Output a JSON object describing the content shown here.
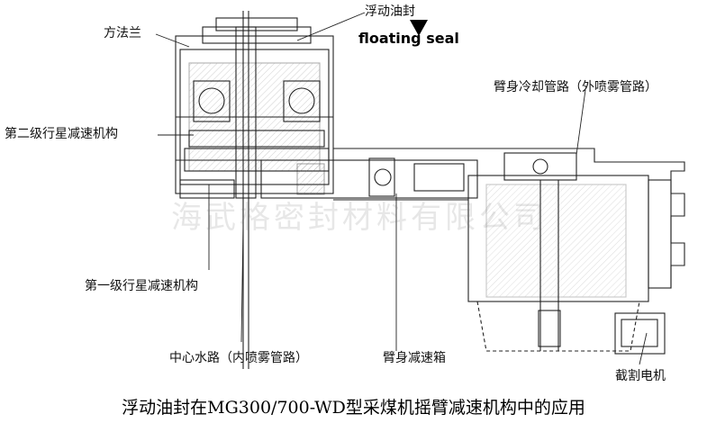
{
  "labels": {
    "fangfalan": "方法兰",
    "floating_seal_cn": "浮动油封",
    "floating_seal_en": "floating seal",
    "second_stage": "第二级行星减速机构",
    "arm_cooling": "臂身冷却管路（外喷雾管路）",
    "first_stage": "第一级行星减速机构",
    "center_water": "中心水路（内喷雾管路）",
    "arm_gearbox": "臂身减速箱",
    "cutting_motor": "截割电机"
  },
  "watermark": "海武格密封材料有限公司",
  "caption": "浮动油封在MG300/700-WD型采煤机摇臂减速机构中的应用",
  "colors": {
    "line": "#222222",
    "hatch": "#777777",
    "text": "#111111"
  }
}
